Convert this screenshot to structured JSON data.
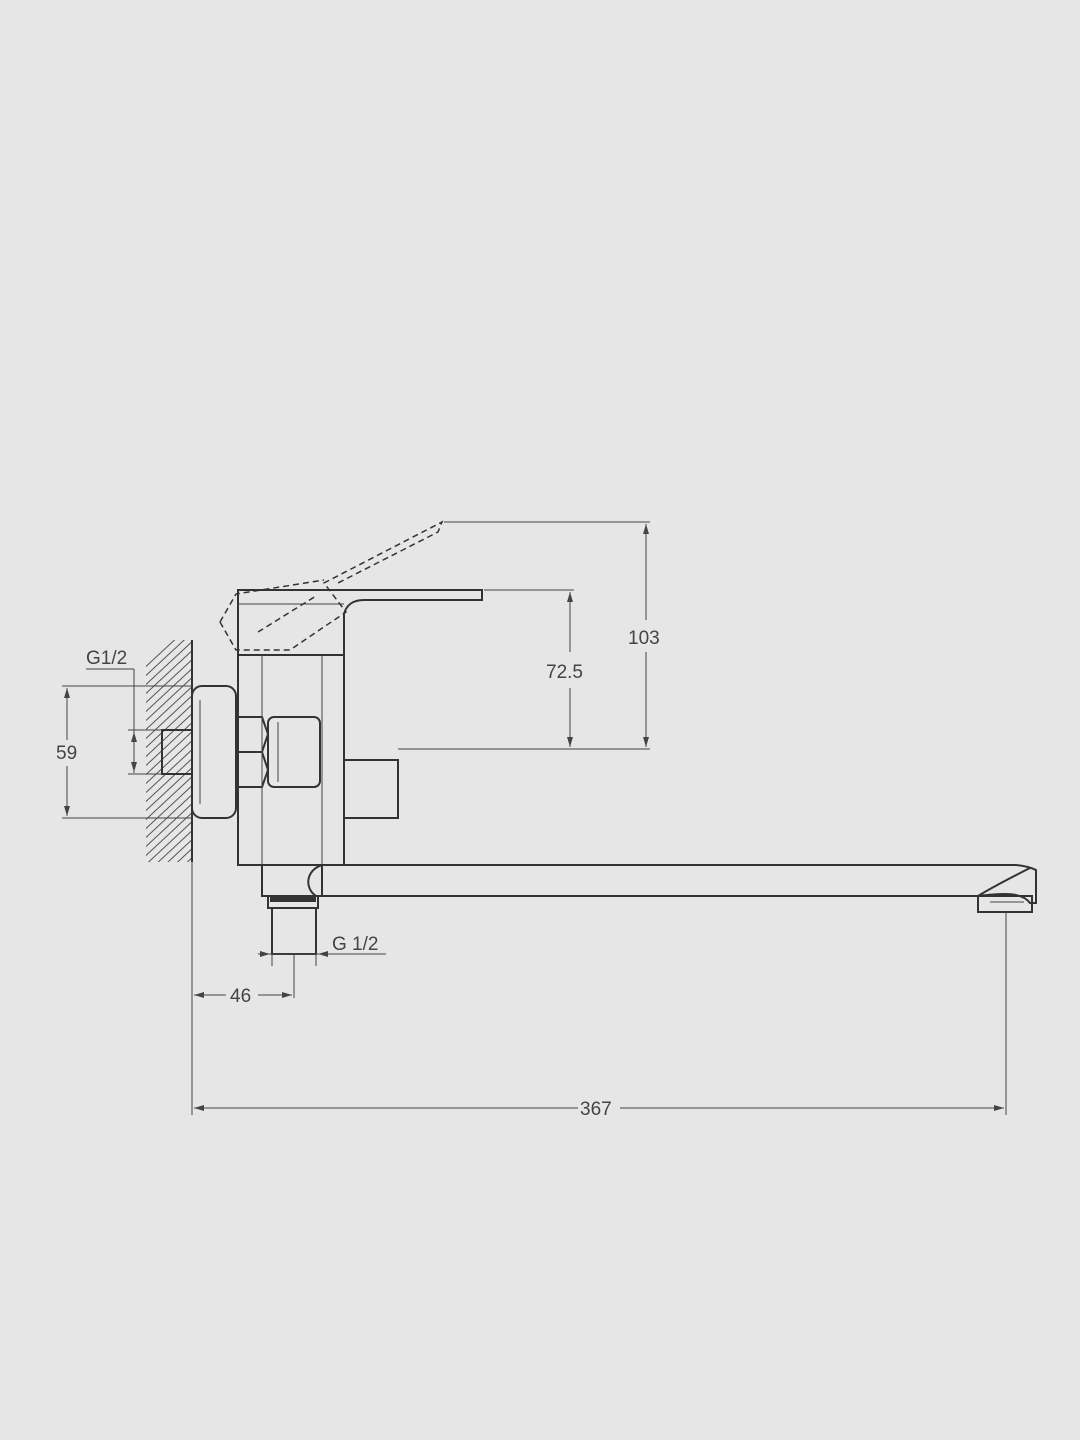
{
  "dimensions": {
    "inlet_thread_left": "G1/2",
    "inlet_spacing": "59",
    "lever_height": "72.5",
    "max_height": "103",
    "outlet_thread": "G 1/2",
    "wall_offset": "46",
    "spout_reach": "367"
  }
}
